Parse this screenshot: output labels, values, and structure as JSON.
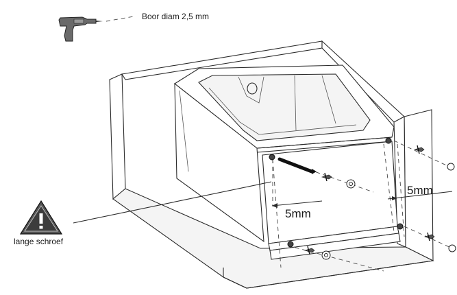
{
  "labels": {
    "drill": "Boor diam 2,5 mm",
    "gap_left": "5mm",
    "gap_right": "5mm",
    "warning": "lange schroef"
  },
  "icons": {
    "drill": "drill-icon",
    "warning": "warning-triangle-icon",
    "screw": "screw-icon",
    "anchor": "wall-plug-icon",
    "nut": "nut-icon"
  }
}
